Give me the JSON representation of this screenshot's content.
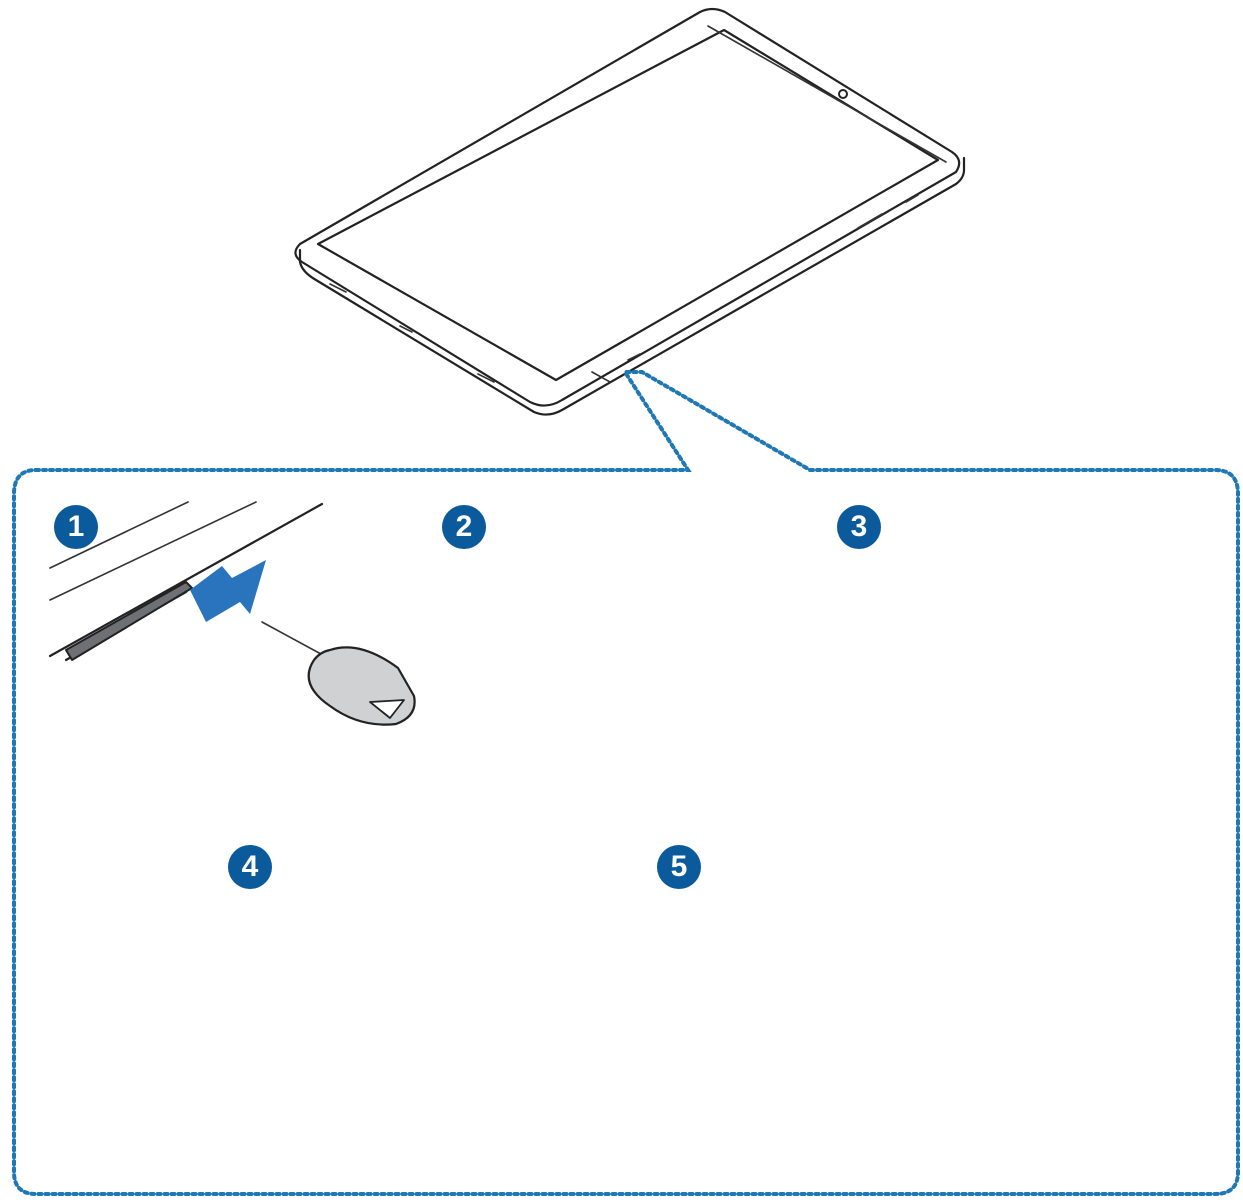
{
  "steps": [
    {
      "number": "1"
    },
    {
      "number": "2"
    },
    {
      "number": "3"
    },
    {
      "number": "4"
    },
    {
      "number": "5"
    }
  ],
  "colors": {
    "badge": "#0b5a9c",
    "arrow": "#2a73bd",
    "dotted_outline": "#1f77b4",
    "tray": "#8e9094",
    "card": "#c9cbcd"
  },
  "icons": [
    "tablet-illustration",
    "ejection-pin-icon",
    "sim-tray-icon",
    "sim-card-icon",
    "arrow-icon"
  ]
}
